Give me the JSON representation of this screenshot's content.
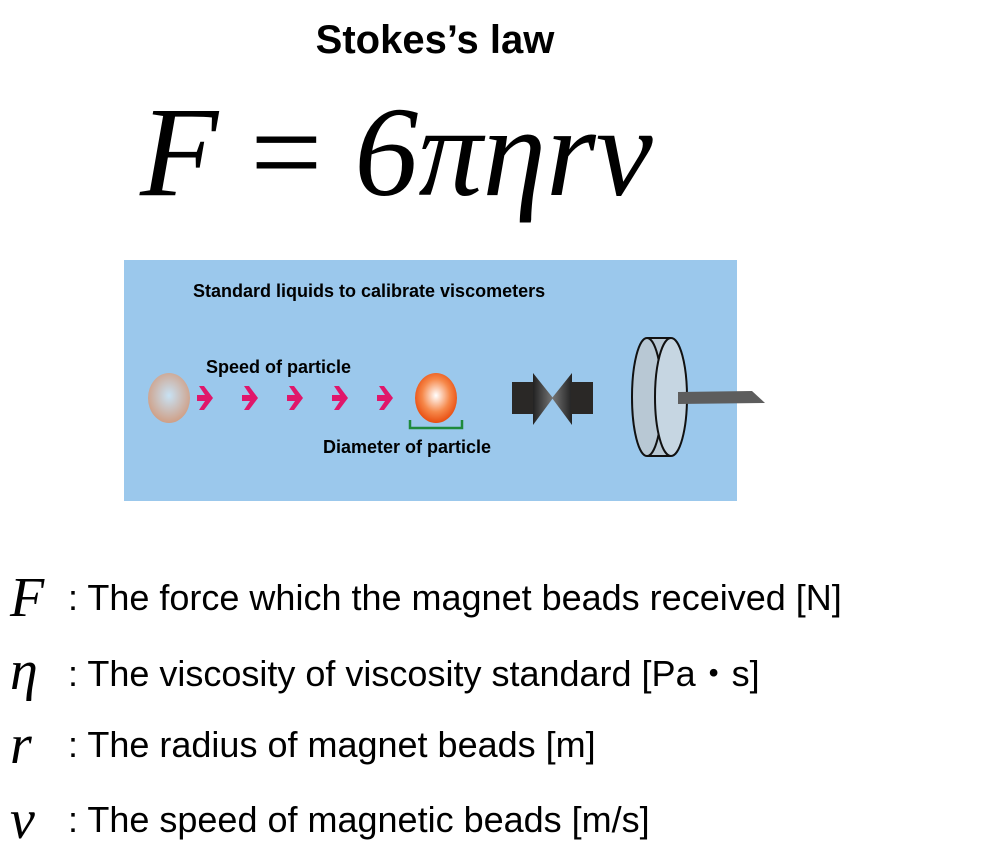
{
  "title": "Stokes’s law",
  "formula": {
    "lhs": "F",
    "eq": " = ",
    "rhs": "6πηrv"
  },
  "diagram": {
    "heading": "Standard liquids to calibrate viscometers",
    "speed_label": "Speed of particle",
    "diameter_label": "Diameter of particle",
    "colors": {
      "background": "#9bc8ec",
      "arrow": "#e0166a",
      "bracket": "#1e8a3c",
      "particle": "#f05a1a"
    }
  },
  "definitions": [
    {
      "symbol": "F",
      "text": ": The force which the magnet beads received [N]"
    },
    {
      "symbol": "η",
      "text": ": The viscosity of viscosity standard [Pa・s]"
    },
    {
      "symbol": "r",
      "text": ": The radius of magnet beads [m]"
    },
    {
      "symbol": "v",
      "text": ": The speed of magnetic beads [m/s]"
    }
  ]
}
